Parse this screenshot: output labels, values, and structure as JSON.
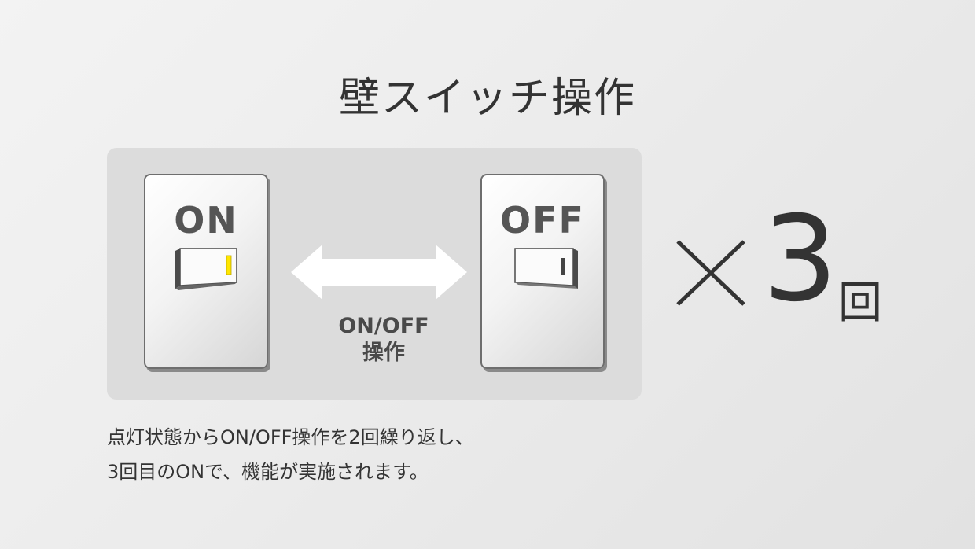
{
  "title": "壁スイッチ操作",
  "switch_on": {
    "label": "ON"
  },
  "switch_off": {
    "label": "OFF"
  },
  "arrow": {
    "label_line1": "ON/OFF",
    "label_line2": "操作"
  },
  "repeat": {
    "symbol": "×",
    "count": "3",
    "unit": "回"
  },
  "description": {
    "line1": "点灯状態からON/OFF操作を2回繰り返し、",
    "line2": "3回目のONで、機能が実施されます。"
  },
  "colors": {
    "indicator_on": "#ffe600",
    "panel": "#dcdcdc",
    "text": "#333333"
  }
}
